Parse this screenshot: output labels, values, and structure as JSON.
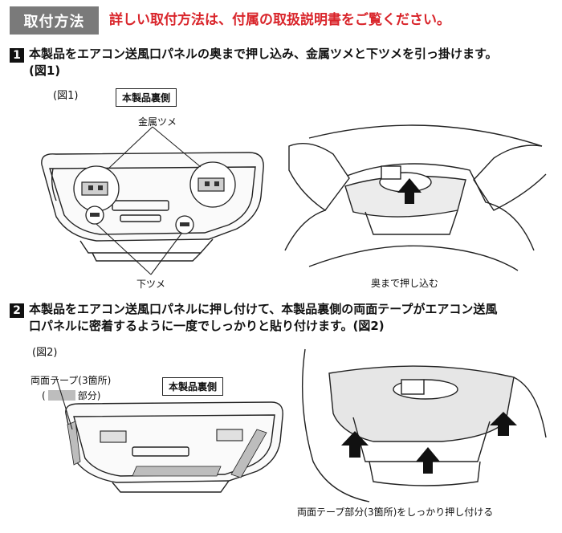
{
  "header": {
    "label": "取付方法",
    "note": "詳しい取付方法は、付属の取扱説明書をご覧ください。"
  },
  "step1": {
    "number": "1",
    "text_line1": "本製品をエアコン送風口パネルの奥まで押し込み、金属ツメと下ツメを引っ掛けます。",
    "text_line2": "(図1)",
    "figure_label": "(図1)",
    "back_side_label": "本製品裏側",
    "metal_claw_label": "金属ツメ",
    "lower_claw_label": "下ツメ",
    "push_caption": "奥まで押し込む"
  },
  "step2": {
    "number": "2",
    "text_line1": "本製品をエアコン送風口パネルに押し付けて、本製品裏側の両面テープがエアコン送風",
    "text_line2": "口パネルに密着するように一度でしっかりと貼り付けます。(図2)",
    "figure_label": "(図2)",
    "tape_label": "両面テープ(3箇所)",
    "tape_part_open": "(",
    "tape_part_close": "部分)",
    "back_side_label": "本製品裏側",
    "press_caption": "両面テープ部分(3箇所)をしっかり押し付ける"
  },
  "colors": {
    "header_bg": "#7a7a7a",
    "note_red": "#d9252b",
    "tape_gray": "#bdbdbd"
  }
}
